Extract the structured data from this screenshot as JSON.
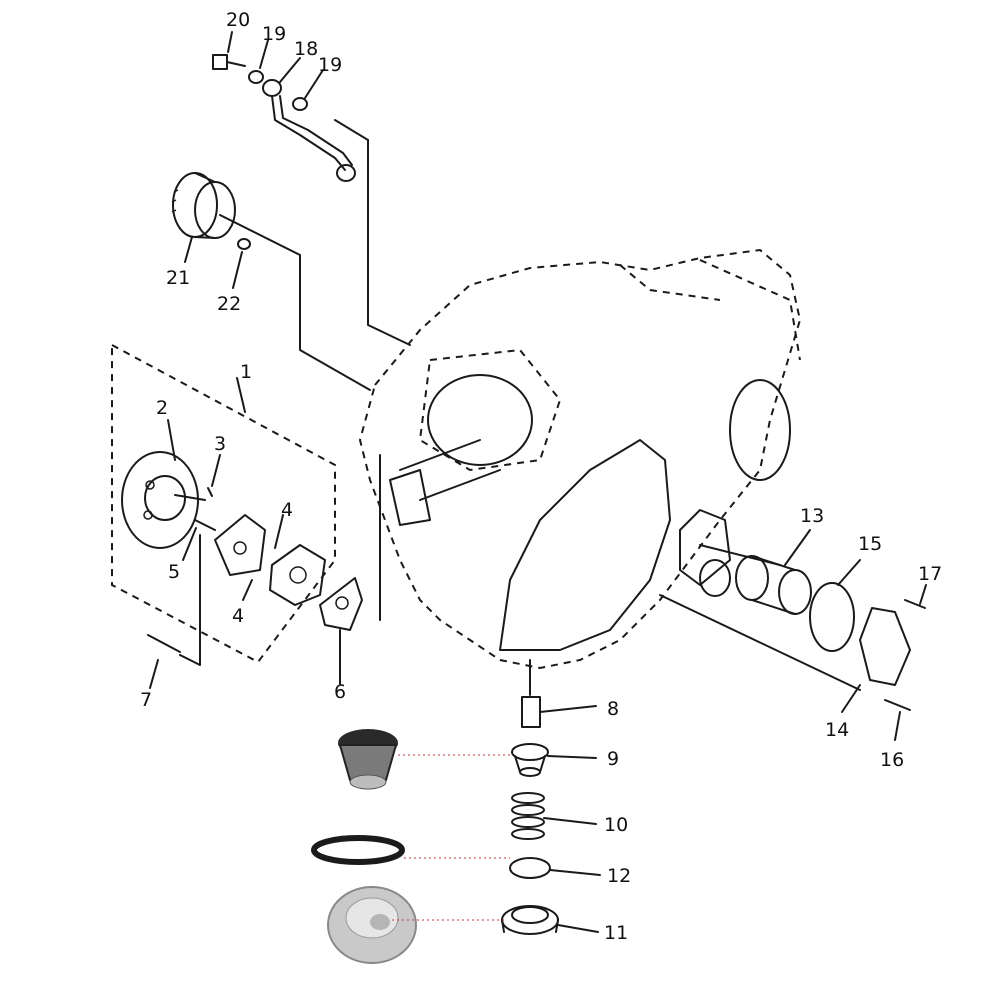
{
  "labels": {
    "p1": "1",
    "p2": "2",
    "p3": "3",
    "p4a": "4",
    "p4b": "4",
    "p5": "5",
    "p6": "6",
    "p7": "7",
    "p8": "8",
    "p9": "9",
    "p10": "10",
    "p11": "11",
    "p12": "12",
    "p13": "13",
    "p14": "14",
    "p15": "15",
    "p16": "16",
    "p17": "17",
    "p18": "18",
    "p19a": "19",
    "p19b": "19",
    "p20": "20",
    "p21": "21",
    "p22": "22"
  }
}
